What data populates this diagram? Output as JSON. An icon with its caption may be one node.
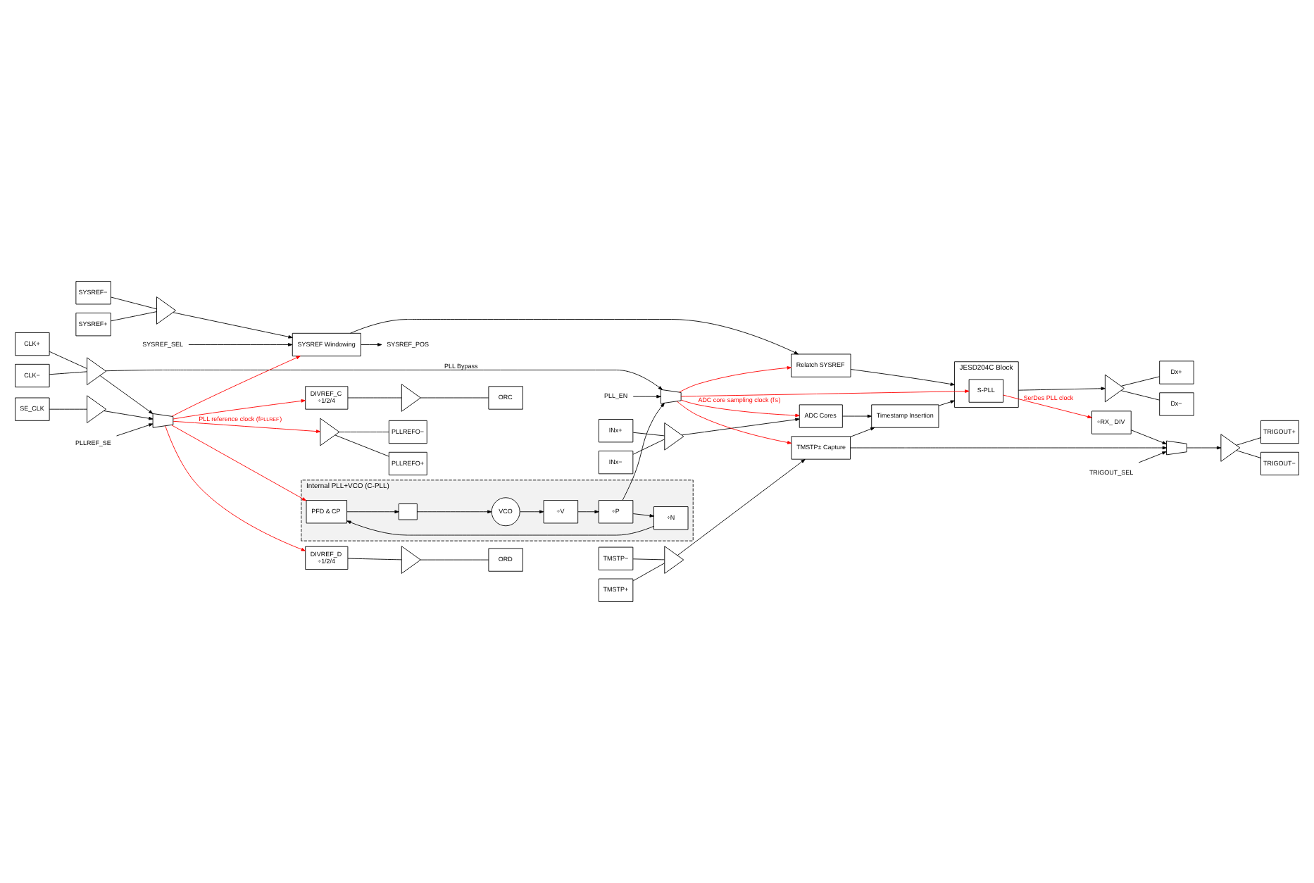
{
  "diagram": {
    "nodes": [
      {
        "text": [
          "INx+"
        ]
      },
      {
        "text": [
          "INx−"
        ]
      },
      {
        "text": [],
        "shape": "triangle"
      },
      {
        "text": [
          "ADC Cores"
        ]
      },
      {
        "text": [
          "Timestamp Insertion"
        ]
      },
      {
        "text": [
          "JESD204C Block"
        ]
      },
      {
        "text": [
          "S-PLL"
        ],
        "in": 5
      },
      {
        "text": [
          "Dx+"
        ]
      },
      {
        "text": [
          "Dx−"
        ]
      },
      {
        "text": [],
        "shape": "triangle"
      },
      {
        "text": [
          "÷RX_ DIV"
        ]
      },
      {
        "text": [],
        "shape": "trapezoid"
      },
      {
        "text": [
          "TRIGOUT_SEL"
        ]
      },
      {
        "text": [],
        "shape": "triangle"
      },
      {
        "text": [
          "TRIGOUT+"
        ]
      },
      {
        "text": [
          "TRIGOUT−"
        ]
      },
      {
        "text": [
          "TMSTP+"
        ]
      },
      {
        "text": [
          "TMSTP−"
        ]
      },
      {
        "text": [],
        "shape": "triangle"
      },
      {
        "text": [
          "TMSTP± Capture"
        ]
      },
      {
        "text": [
          "CLK+"
        ]
      },
      {
        "text": [
          "CLK−"
        ]
      },
      {
        "text": [],
        "shape": "triangle"
      },
      {
        "text": [
          "SE_CLK"
        ]
      },
      {
        "text": [],
        "shape": "triangle"
      },
      {
        "text": [],
        "shape": "trapezoid"
      },
      {
        "text": [
          "PLLREF_SE"
        ]
      },
      {
        "text": [
          "Internal PLL+VCO (C-PLL)"
        ]
      },
      {
        "text": [
          "PFD & CP"
        ],
        "in": 27
      },
      {
        "text": [],
        "shape": "box",
        "in": 27
      },
      {
        "text": [
          "VCO"
        ],
        "in": 27
      },
      {
        "text": [
          "÷V"
        ],
        "in": 27
      },
      {
        "text": [
          "÷P"
        ],
        "in": 27
      },
      {
        "text": [
          "÷N"
        ],
        "in": 27
      },
      {
        "text": [],
        "shape": "trapezoid"
      },
      {
        "text": [
          "PLL_EN"
        ]
      },
      {
        "text": [
          "SYSREF+"
        ]
      },
      {
        "text": [
          "SYSREF−"
        ]
      },
      {
        "text": [],
        "shape": "triangle"
      },
      {
        "text": [
          "SYSREF Windowing"
        ]
      },
      {
        "text": [
          "SYSREF_POS"
        ]
      },
      {
        "text": [
          "SYSREF_SEL"
        ]
      },
      {
        "text": [
          "Relatch SYSREF"
        ]
      },
      {
        "text": [
          "DIVREF_D",
          "÷1/2/4"
        ]
      },
      {
        "text": [],
        "shape": "triangle"
      },
      {
        "text": [
          "ORD"
        ]
      },
      {
        "text": [
          "DIVREF_C",
          "÷1/2/4"
        ]
      },
      {
        "text": [],
        "shape": "triangle"
      },
      {
        "text": [
          "ORC"
        ]
      },
      {
        "text": [],
        "shape": "triangle"
      },
      {
        "text": [
          "PLLREFO+"
        ]
      },
      {
        "text": [
          "PLLREFO−"
        ]
      }
    ],
    "edges": [
      {
        "from": 0,
        "to": 2,
        "arrow": "none"
      },
      {
        "from": 1,
        "to": 2,
        "arrow": "none"
      },
      {
        "from": 2,
        "to": 3,
        "arrow": "to"
      },
      {
        "from": 3,
        "to": 4,
        "arrow": "to"
      },
      {
        "from": 4,
        "to": 5,
        "arrow": "to"
      },
      {
        "from": 5,
        "to": 9,
        "arrow": "to"
      },
      {
        "from": 9,
        "to": 7,
        "arrow": "none"
      },
      {
        "from": 9,
        "to": 8,
        "arrow": "none"
      },
      {
        "from": 6,
        "to": 10,
        "arrow": "to",
        "label": "SerDes PLL clock",
        "color": "#ff0000"
      },
      {
        "from": 10,
        "to": 11,
        "arrow": "to"
      },
      {
        "from": 19,
        "to": 11,
        "arrow": "to"
      },
      {
        "from": 19,
        "to": 4,
        "arrow": "to"
      },
      {
        "from": 12,
        "to": 11,
        "arrow": "to"
      },
      {
        "from": 11,
        "to": 13,
        "arrow": "to"
      },
      {
        "from": 13,
        "to": 14,
        "arrow": "none"
      },
      {
        "from": 13,
        "to": 15,
        "arrow": "none"
      },
      {
        "from": 16,
        "to": 18,
        "arrow": "none"
      },
      {
        "from": 17,
        "to": 18,
        "arrow": "none"
      },
      {
        "from": 18,
        "to": 19,
        "arrow": "to"
      },
      {
        "from": 20,
        "to": 22,
        "arrow": "none"
      },
      {
        "from": 21,
        "to": 22,
        "arrow": "none"
      },
      {
        "from": 22,
        "to": 25,
        "arrow": "to"
      },
      {
        "from": 22,
        "to": 34,
        "arrow": "to",
        "label": "PLL Bypass"
      },
      {
        "from": 23,
        "to": 24,
        "arrow": "none"
      },
      {
        "from": 24,
        "to": 25,
        "arrow": "to"
      },
      {
        "from": 26,
        "to": 25,
        "arrow": "to"
      },
      {
        "from": 25,
        "to": 28,
        "arrow": "to",
        "color": "#ff0000"
      },
      {
        "from": 25,
        "to": 39,
        "arrow": "to",
        "color": "#ff0000"
      },
      {
        "from": 25,
        "to": 49,
        "arrow": "to",
        "label": "PLL reference clock (f$_{PLLREF}$)",
        "color": "#ff0000"
      },
      {
        "from": 25,
        "to": 43,
        "arrow": "to",
        "color": "#ff0000"
      },
      {
        "from": 25,
        "to": 46,
        "arrow": "to",
        "color": "#ff0000"
      },
      {
        "from": 28,
        "to": 29,
        "arrow": "to"
      },
      {
        "from": 29,
        "to": 30,
        "arrow": "to"
      },
      {
        "from": 30,
        "to": 31,
        "arrow": "to"
      },
      {
        "from": 31,
        "to": 32,
        "arrow": "to"
      },
      {
        "from": 32,
        "to": 33,
        "arrow": "to"
      },
      {
        "from": 33,
        "to": 28,
        "arrow": "to"
      },
      {
        "from": 32,
        "to": 34,
        "arrow": "to"
      },
      {
        "from": 35,
        "to": 34,
        "arrow": "to"
      },
      {
        "from": 34,
        "to": 3,
        "arrow": "to",
        "label": "ADC core sampling clock (f$_{S}$)",
        "color": "#ff0000"
      },
      {
        "from": 34,
        "to": 6,
        "arrow": "to",
        "color": "#ff0000"
      },
      {
        "from": 34,
        "to": 19,
        "arrow": "to",
        "color": "#ff0000"
      },
      {
        "from": 34,
        "to": 42,
        "arrow": "to",
        "color": "#ff0000"
      },
      {
        "from": 36,
        "to": 38,
        "arrow": "none"
      },
      {
        "from": 37,
        "to": 38,
        "arrow": "none"
      },
      {
        "from": 38,
        "to": 39,
        "arrow": "to"
      },
      {
        "from": 39,
        "to": 40,
        "arrow": "to"
      },
      {
        "from": 41,
        "to": 39,
        "arrow": "to"
      },
      {
        "from": 39,
        "to": 42,
        "arrow": "to"
      },
      {
        "from": 42,
        "to": 5,
        "arrow": "to"
      },
      {
        "from": 43,
        "to": 44,
        "arrow": "none"
      },
      {
        "from": 44,
        "to": 45,
        "arrow": "none"
      },
      {
        "from": 46,
        "to": 47,
        "arrow": "none"
      },
      {
        "from": 47,
        "to": 48,
        "arrow": "none"
      },
      {
        "from": 49,
        "to": 50,
        "arrow": "none"
      },
      {
        "from": 49,
        "to": 51,
        "arrow": "none"
      }
    ]
  }
}
